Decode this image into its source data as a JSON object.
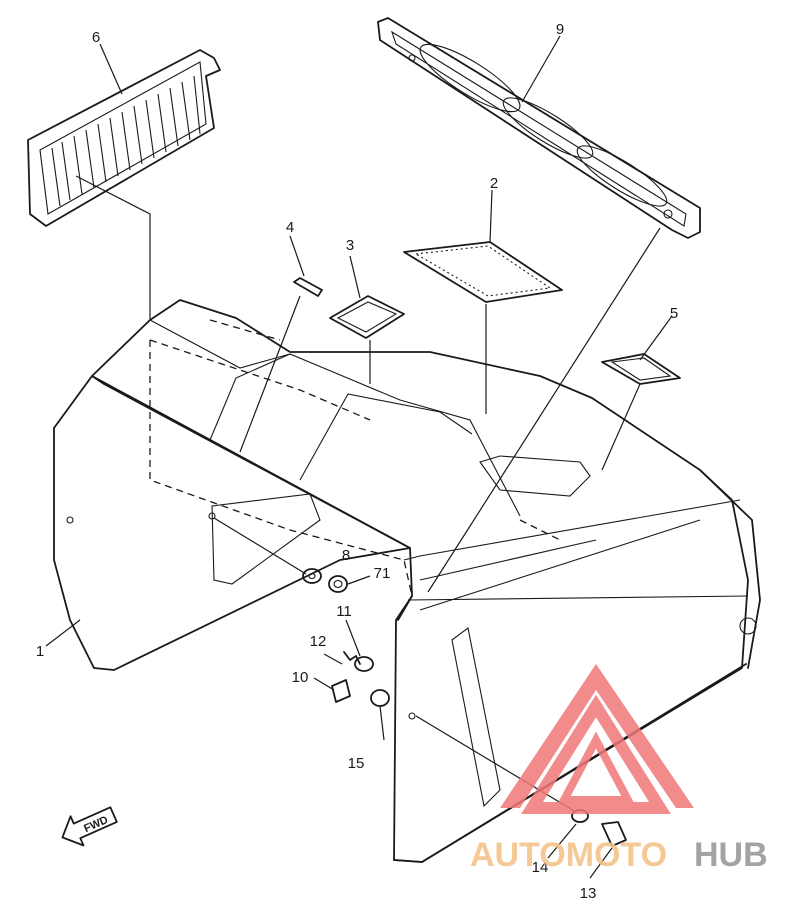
{
  "diagram": {
    "callouts": {
      "p1": "1",
      "p2": "2",
      "p3": "3",
      "p4": "4",
      "p5": "5",
      "p6": "6",
      "p8": "8",
      "p9": "9",
      "p10": "10",
      "p11": "11",
      "p12": "12",
      "p13": "13",
      "p14": "14",
      "p15": "15",
      "p71": "71"
    },
    "fwd_marker": "FWD"
  },
  "watermark": {
    "text_left": "AUTOMOTO",
    "text_right": "HUB",
    "colors": {
      "logo": "#f07878",
      "text_left": "#f5c48a",
      "text_right": "#9a9a9a"
    }
  }
}
